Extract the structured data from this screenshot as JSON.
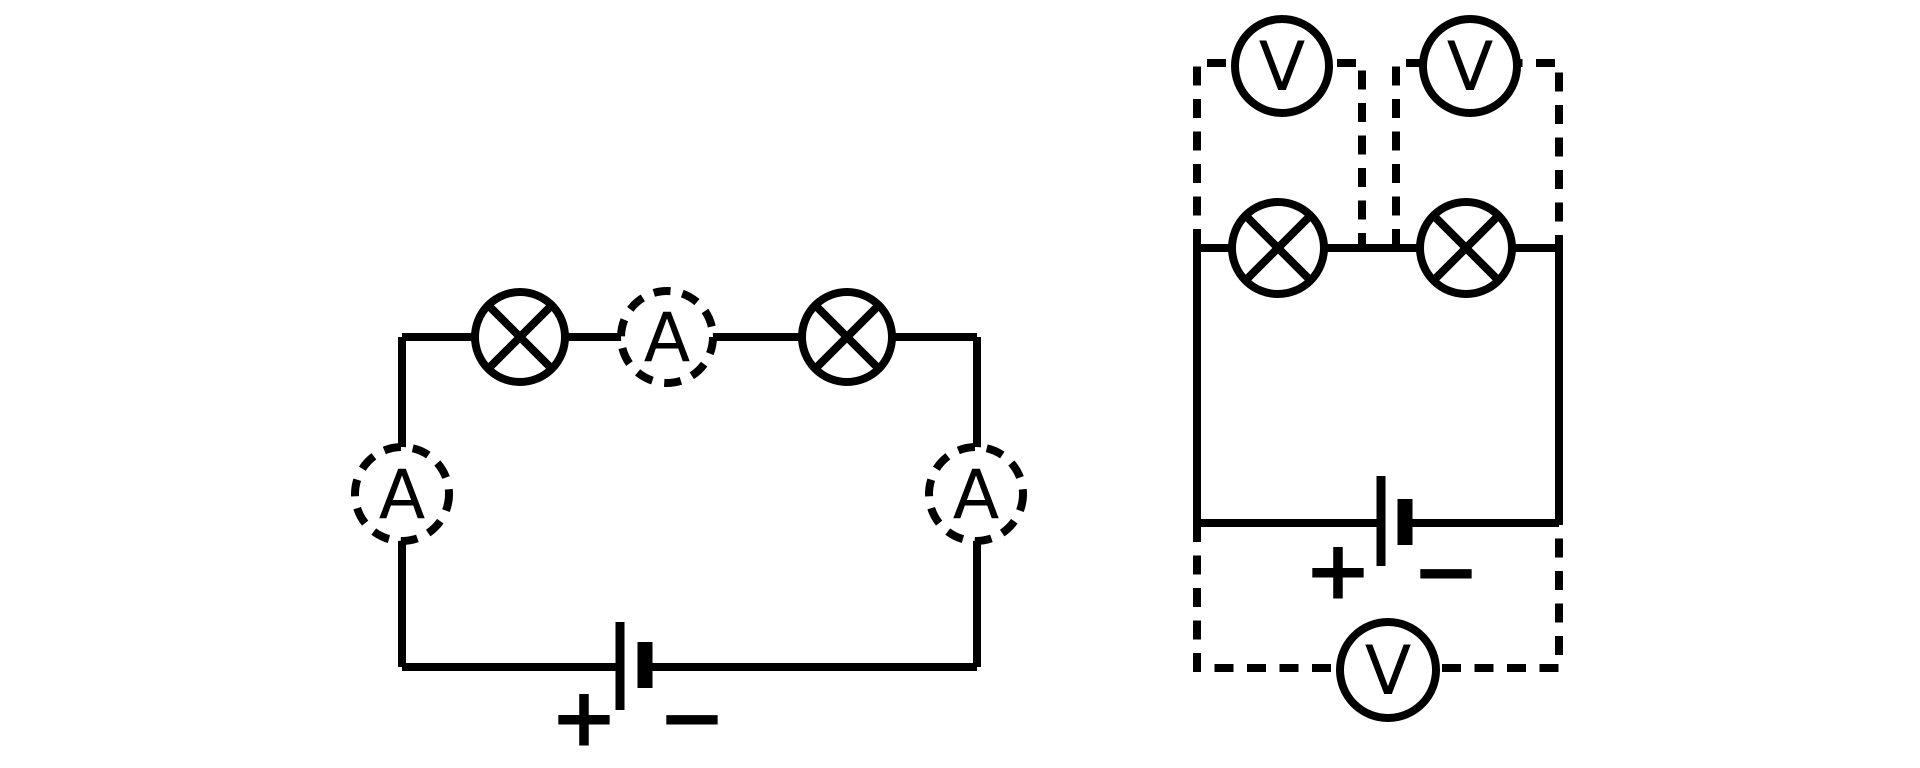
{
  "diagram": {
    "background_color": "#ffffff",
    "line_color": "#000000"
  },
  "left_circuit": {
    "ammeter_top_label": "A",
    "ammeter_left_label": "A",
    "ammeter_right_label": "A",
    "battery_positive_label": "+",
    "battery_negative_label": "−"
  },
  "right_circuit": {
    "voltmeter_left_label": "V",
    "voltmeter_right_label": "V",
    "voltmeter_bottom_label": "V",
    "battery_positive_label": "+",
    "battery_negative_label": "−"
  }
}
